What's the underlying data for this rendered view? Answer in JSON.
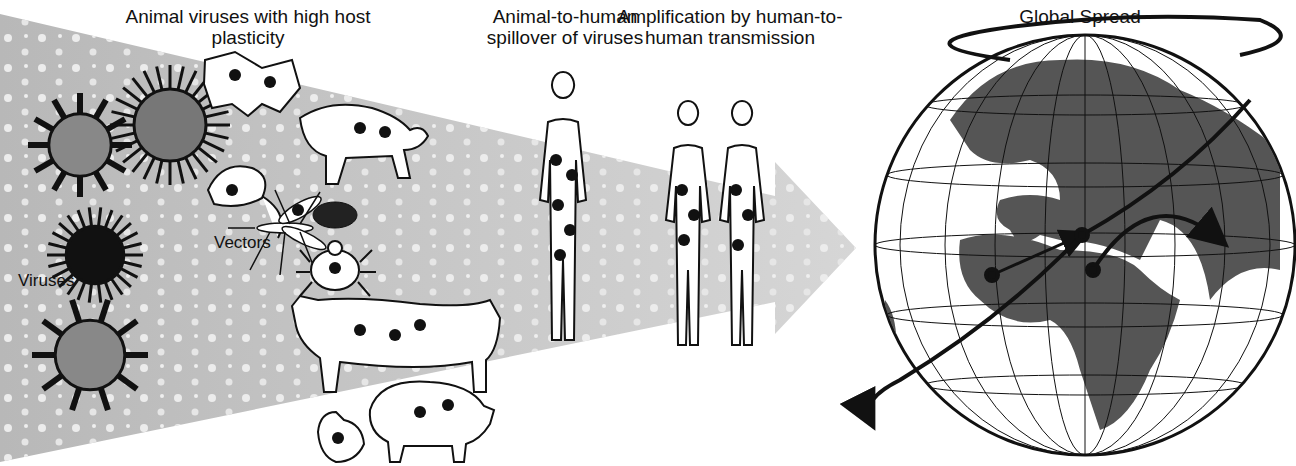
{
  "diagram": {
    "labels": [
      "Animal viruses with high host plasticity",
      "Animal-to-human spillover of viruses",
      "Amplification by human-to-human transmission",
      "Global Spread",
      "Vectors",
      "Viruses"
    ]
  }
}
